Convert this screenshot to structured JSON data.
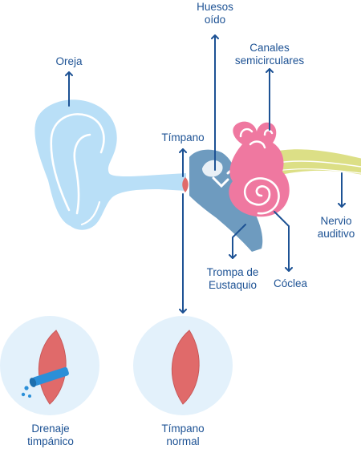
{
  "colors": {
    "arrow": "#1d5294",
    "ear_fill": "#b9dff7",
    "ear_line": "#ffffff",
    "middle_ear": "#6e9bbf",
    "inner_ear": "#ef78a0",
    "nerve": "#dcdf86",
    "eardrum": "#e06a6a",
    "inset_circle": "#e3f1fb",
    "drain_tube": "#2b8fd8"
  },
  "labels": {
    "huesos": [
      "Huesos",
      "oído"
    ],
    "canales": [
      "Canales",
      "semicirculares"
    ],
    "oreja": [
      "Oreja"
    ],
    "timpano": [
      "Tímpano"
    ],
    "nervio": [
      "Nervio",
      "auditivo"
    ],
    "trompa": [
      "Trompa de",
      "Eustaquio"
    ],
    "coclea": [
      "Cóclea"
    ],
    "drenaje": [
      "Drenaje",
      "timpánico"
    ],
    "timpano_normal": [
      "Tímpano",
      "normal"
    ]
  }
}
